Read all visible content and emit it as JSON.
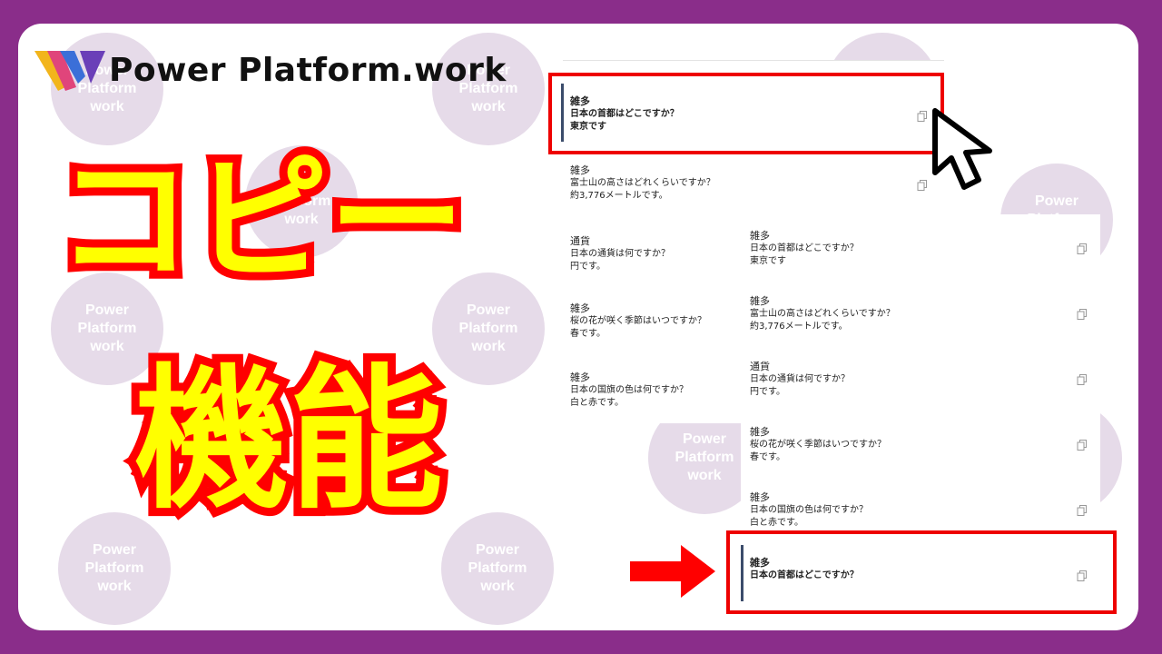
{
  "brand": {
    "name": "Power Platform.work",
    "colors": {
      "frame": "#8a2d8a",
      "accent_red": "#ff0000",
      "headline_yellow": "#ffff00"
    }
  },
  "watermark": {
    "lines": [
      "Power",
      "Platform",
      "work"
    ]
  },
  "headline": {
    "line1": "コピー",
    "line2": "機能"
  },
  "left_list": [
    {
      "category": "雑多",
      "question": "日本の首都はどこですか？",
      "answer": "東京です",
      "selected": true
    },
    {
      "category": "雑多",
      "question": "富士山の高さはどれくらいですか？",
      "answer": "約3,776メートルです。"
    },
    {
      "category": "通貨",
      "question": "日本の通貨は何ですか？",
      "answer": "円です。"
    },
    {
      "category": "雑多",
      "question": "桜の花が咲く季節はいつですか？",
      "answer": "春です。"
    },
    {
      "category": "雑多",
      "question": "日本の国旗の色は何ですか？",
      "answer": "白と赤です。"
    }
  ],
  "right_list": [
    {
      "category": "雑多",
      "question": "日本の首都はどこですか？",
      "answer": "東京です"
    },
    {
      "category": "雑多",
      "question": "富士山の高さはどれくらいですか？",
      "answer": "約3,776メートルです。"
    },
    {
      "category": "通貨",
      "question": "日本の通貨は何ですか？",
      "answer": "円です。"
    },
    {
      "category": "雑多",
      "question": "桜の花が咲く季節はいつですか？",
      "answer": "春です。"
    },
    {
      "category": "雑多",
      "question": "日本の国旗の色は何ですか？",
      "answer": "白と赤です。"
    },
    {
      "category": "雑多",
      "question": "日本の首都はどこですか？",
      "answer": "",
      "copied": true
    }
  ],
  "icons": {
    "copy": "copy-icon",
    "cursor": "mouse-pointer-icon",
    "arrow": "right-arrow-icon"
  }
}
